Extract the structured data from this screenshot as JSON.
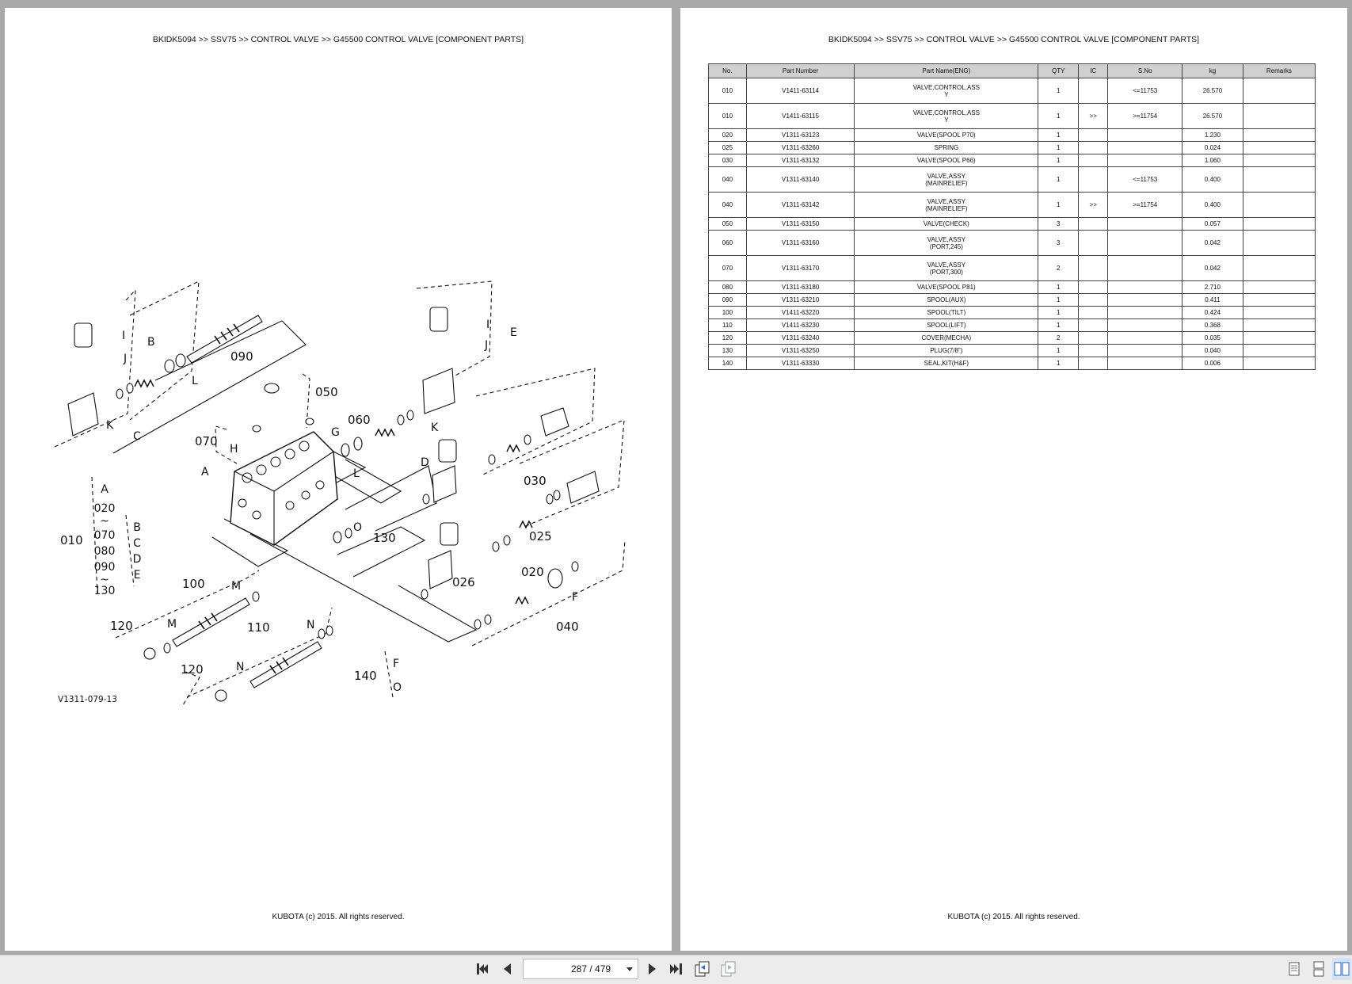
{
  "left_page": {
    "breadcrumb": "BKIDK5094 >> SSV75 >> CONTROL VALVE >> G45500   CONTROL VALVE [COMPONENT PARTS]",
    "footer": "KUBOTA (c) 2015. All rights reserved.",
    "diagram": {
      "drawing_code": "V1311-079-13",
      "callouts": {
        "c090": "090",
        "c050": "050",
        "c060": "060",
        "c070": "070",
        "c030": "030",
        "c025": "025",
        "c020": "020",
        "c026": "026",
        "c040": "040",
        "c130": "130",
        "c100": "100",
        "c110": "110",
        "c120a": "120",
        "c120b": "120",
        "c140": "140",
        "c010": "010",
        "B": "B",
        "C": "C",
        "E": "E",
        "K1": "K",
        "K2": "K",
        "I1": "I",
        "I2": "I",
        "J1": "J",
        "J2": "J",
        "L1": "L",
        "L2": "L",
        "D": "D",
        "G": "G",
        "H": "H",
        "A": "A",
        "O1": "O",
        "O2": "O",
        "M1": "M",
        "M2": "M",
        "N1": "N",
        "N2": "N",
        "F1": "F",
        "F2": "F"
      },
      "group_010": [
        "A",
        "020",
        "~",
        "070",
        "080",
        "090",
        "~",
        "130"
      ],
      "group_010_letters": [
        "B",
        "C",
        "D",
        "E"
      ]
    }
  },
  "right_page": {
    "breadcrumb": "BKIDK5094 >> SSV75 >> CONTROL VALVE >> G45500   CONTROL VALVE [COMPONENT PARTS]",
    "footer": "KUBOTA (c) 2015. All rights reserved.",
    "table": {
      "headers": [
        "No.",
        "Part Number",
        "Part Name(ENG)",
        "QTY",
        "IC",
        "S.No",
        "kg",
        "Remarks"
      ],
      "rows": [
        {
          "no": "010",
          "part": "V1411-63114",
          "name_lines": [
            "VALVE,CONTROL,ASS",
            "Y"
          ],
          "qty": "1",
          "ic": "",
          "sno": "<=11753",
          "kg": "26.570",
          "remarks": ""
        },
        {
          "no": "010",
          "part": "V1411-63115",
          "name_lines": [
            "VALVE,CONTROL,ASS",
            "Y"
          ],
          "qty": "1",
          "ic": ">>",
          "sno": ">=11754",
          "kg": "26.570",
          "remarks": ""
        },
        {
          "no": "020",
          "part": "V1311-63123",
          "name_lines": [
            "VALVE(SPOOL P70)"
          ],
          "qty": "1",
          "ic": "",
          "sno": "",
          "kg": "1.230",
          "remarks": ""
        },
        {
          "no": "025",
          "part": "V1311-63260",
          "name_lines": [
            "SPRING"
          ],
          "qty": "1",
          "ic": "",
          "sno": "",
          "kg": "0.024",
          "remarks": ""
        },
        {
          "no": "030",
          "part": "V1311-63132",
          "name_lines": [
            "VALVE(SPOOL P66)"
          ],
          "qty": "1",
          "ic": "",
          "sno": "",
          "kg": "1.060",
          "remarks": ""
        },
        {
          "no": "040",
          "part": "V1311-63140",
          "name_lines": [
            "VALVE,ASSY",
            "(MAINRELIEF)"
          ],
          "qty": "1",
          "ic": "",
          "sno": "<=11753",
          "kg": "0.400",
          "remarks": ""
        },
        {
          "no": "040",
          "part": "V1311-63142",
          "name_lines": [
            "VALVE,ASSY",
            "(MAINRELIEF)"
          ],
          "qty": "1",
          "ic": ">>",
          "sno": ">=11754",
          "kg": "0.400",
          "remarks": ""
        },
        {
          "no": "050",
          "part": "V1311-63150",
          "name_lines": [
            "VALVE(CHECK)"
          ],
          "qty": "3",
          "ic": "",
          "sno": "",
          "kg": "0.057",
          "remarks": ""
        },
        {
          "no": "060",
          "part": "V1311-63160",
          "name_lines": [
            "VALVE,ASSY",
            "(PORT,245)"
          ],
          "qty": "3",
          "ic": "",
          "sno": "",
          "kg": "0.042",
          "remarks": ""
        },
        {
          "no": "070",
          "part": "V1311-63170",
          "name_lines": [
            "VALVE,ASSY",
            "(PORT,300)"
          ],
          "qty": "2",
          "ic": "",
          "sno": "",
          "kg": "0.042",
          "remarks": ""
        },
        {
          "no": "080",
          "part": "V1311-63180",
          "name_lines": [
            "VALVE(SPOOL P81)"
          ],
          "qty": "1",
          "ic": "",
          "sno": "",
          "kg": "2.710",
          "remarks": ""
        },
        {
          "no": "090",
          "part": "V1311-63210",
          "name_lines": [
            "SPOOL(AUX)"
          ],
          "qty": "1",
          "ic": "",
          "sno": "",
          "kg": "0.411",
          "remarks": ""
        },
        {
          "no": "100",
          "part": "V1411-63220",
          "name_lines": [
            "SPOOL(TILT)"
          ],
          "qty": "1",
          "ic": "",
          "sno": "",
          "kg": "0.424",
          "remarks": ""
        },
        {
          "no": "110",
          "part": "V1411-63230",
          "name_lines": [
            "SPOOL(LIFT)"
          ],
          "qty": "1",
          "ic": "",
          "sno": "",
          "kg": "0.368",
          "remarks": ""
        },
        {
          "no": "120",
          "part": "V1311-63240",
          "name_lines": [
            "COVER(MECHA)"
          ],
          "qty": "2",
          "ic": "",
          "sno": "",
          "kg": "0.035",
          "remarks": ""
        },
        {
          "no": "130",
          "part": "V1311-63250",
          "name_lines": [
            "PLUG(7/8\")"
          ],
          "qty": "1",
          "ic": "",
          "sno": "",
          "kg": "0.040",
          "remarks": ""
        },
        {
          "no": "140",
          "part": "V1311-63330",
          "name_lines": [
            "SEAL,KIT(H&F)"
          ],
          "qty": "1",
          "ic": "",
          "sno": "",
          "kg": "0.006",
          "remarks": ""
        }
      ]
    }
  },
  "toolbar": {
    "page_indicator": "287 / 479",
    "icons": [
      "first-page-icon",
      "prev-page-icon",
      "next-page-icon",
      "last-page-icon",
      "back-view-icon",
      "forward-view-icon",
      "single-page-view-icon",
      "continuous-view-icon",
      "two-page-view-icon"
    ]
  }
}
